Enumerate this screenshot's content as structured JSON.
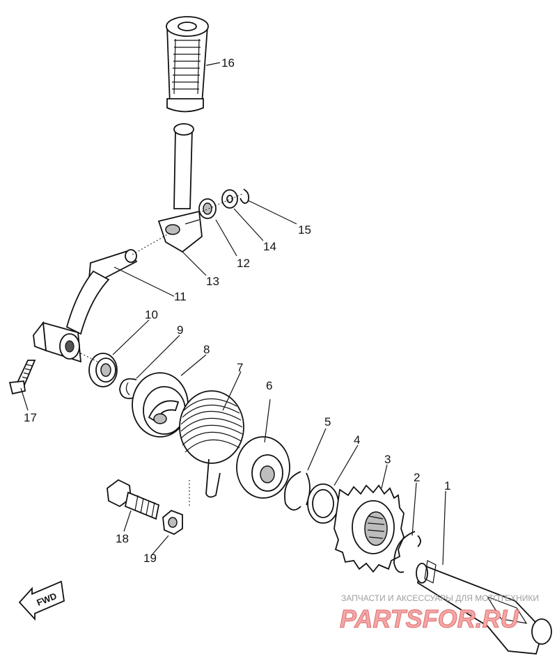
{
  "callouts": [
    {
      "id": "1",
      "label": "1"
    },
    {
      "id": "2",
      "label": "2"
    },
    {
      "id": "3",
      "label": "3"
    },
    {
      "id": "4",
      "label": "4"
    },
    {
      "id": "5",
      "label": "5"
    },
    {
      "id": "6",
      "label": "6"
    },
    {
      "id": "7",
      "label": "7"
    },
    {
      "id": "8",
      "label": "8"
    },
    {
      "id": "9",
      "label": "9"
    },
    {
      "id": "10",
      "label": "10"
    },
    {
      "id": "11",
      "label": "11"
    },
    {
      "id": "12",
      "label": "12"
    },
    {
      "id": "13",
      "label": "13"
    },
    {
      "id": "14",
      "label": "14"
    },
    {
      "id": "15",
      "label": "15"
    },
    {
      "id": "16",
      "label": "16"
    },
    {
      "id": "17",
      "label": "17"
    },
    {
      "id": "18",
      "label": "18"
    },
    {
      "id": "19",
      "label": "19"
    }
  ],
  "direction_label": "FWD",
  "watermark": {
    "caption": "ЗАПЧАСТИ И АКСЕССУАРЫ ДЛЯ МОТОТЕХНИКИ",
    "brand": "PARTSFOR.RU"
  }
}
